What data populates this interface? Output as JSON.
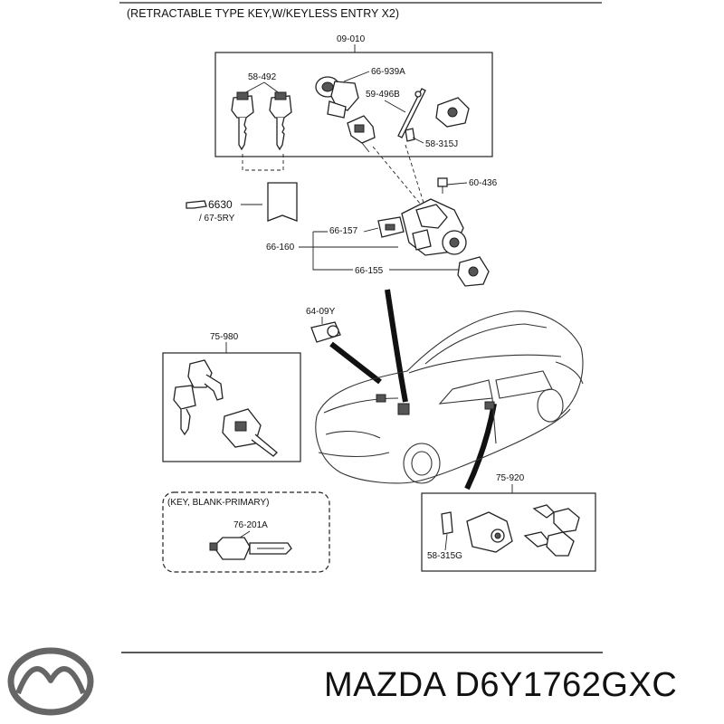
{
  "header": {
    "title": "(RETRACTABLE TYPE KEY,W/KEYLESS ENTRY X2)"
  },
  "top_group": {
    "code": "09-010",
    "labels": {
      "key": "58-492",
      "cylinder": "66-939A",
      "rod": "59-496B",
      "clip": "58-315J"
    }
  },
  "middle_labels": {
    "screw": "60-436",
    "label_main": "6630",
    "label_sub": "/ 67-5RY",
    "switch": "66-157",
    "assembly": "66-160",
    "lower": "66-155",
    "bulb": "64-09Y"
  },
  "left_box": {
    "code": "75-980"
  },
  "right_box": {
    "code": "75-920",
    "clip": "58-315G"
  },
  "blank_box": {
    "title": "(KEY, BLANK-PRIMARY)",
    "code": "76-201A"
  },
  "brand": {
    "name": "MAZDA D6Y1762GXC",
    "logo": "mazda-logo"
  }
}
